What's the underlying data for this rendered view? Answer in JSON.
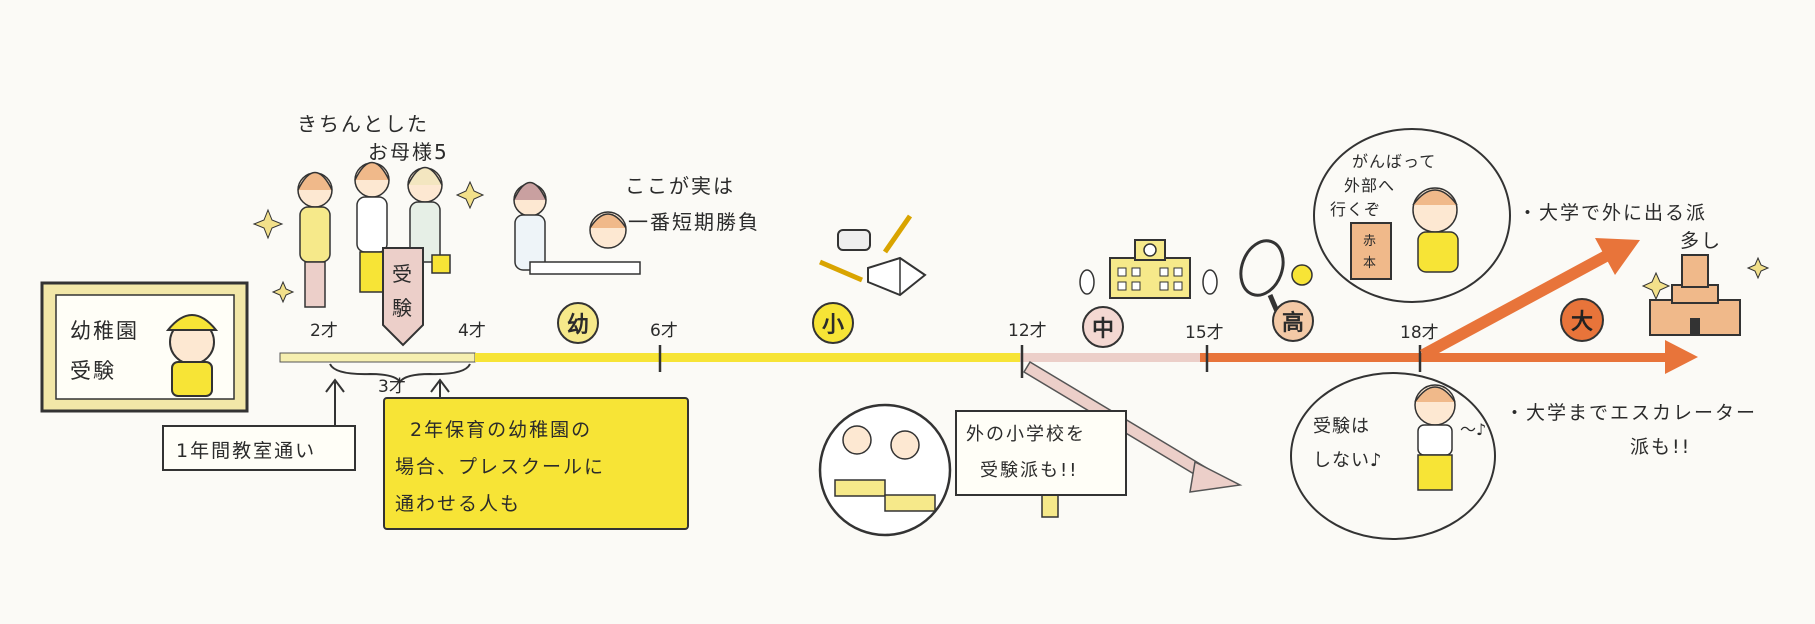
{
  "kindergarten_exam": {
    "line1": "幼稚園",
    "line2": "受験"
  },
  "moms_caption": {
    "line1": "きちんとした",
    "line2": "お母様5"
  },
  "exam_sign": {
    "char1": "受",
    "char2": "験"
  },
  "short_game": {
    "line1": "ここが実は",
    "line2": "一番短期勝負"
  },
  "ages": {
    "a2": "2才",
    "a3": "3才",
    "a4": "4才",
    "a6": "6才",
    "a12": "12才",
    "a15": "15才",
    "a18": "18才"
  },
  "stages": {
    "kindergarten": "幼",
    "elementary": "小",
    "middle": "中",
    "high": "高",
    "university": "大"
  },
  "classroom_note": "1年間教室通い",
  "preschool_note": {
    "line1": "2年保育の幼稚園の",
    "line2": "場合、プレスクールに",
    "line3": "通わせる人も"
  },
  "outside_elementary": {
    "line1": "外の小学校を",
    "line2": "受験派も!!"
  },
  "go_outside": {
    "line1": "がんばって",
    "line2": "外部へ",
    "line3": "行くぞ"
  },
  "red_book": {
    "line1": "赤",
    "line2": "本"
  },
  "no_exam": {
    "line1": "受験は",
    "line2": "しない♪",
    "tune": "〜♪"
  },
  "univ_outside": {
    "line1": "・大学で外に出る派",
    "line2": "多し"
  },
  "escalator": {
    "line1": "・大学までエスカレーター",
    "line2": "派も!!"
  },
  "colors": {
    "yellow": "#f7e436",
    "pale_yellow": "#f6efb0",
    "orange": "#e8743a",
    "pink": "#eccfc9",
    "peach": "#f0b98a",
    "frame_yellow": "#f2e7a8"
  }
}
